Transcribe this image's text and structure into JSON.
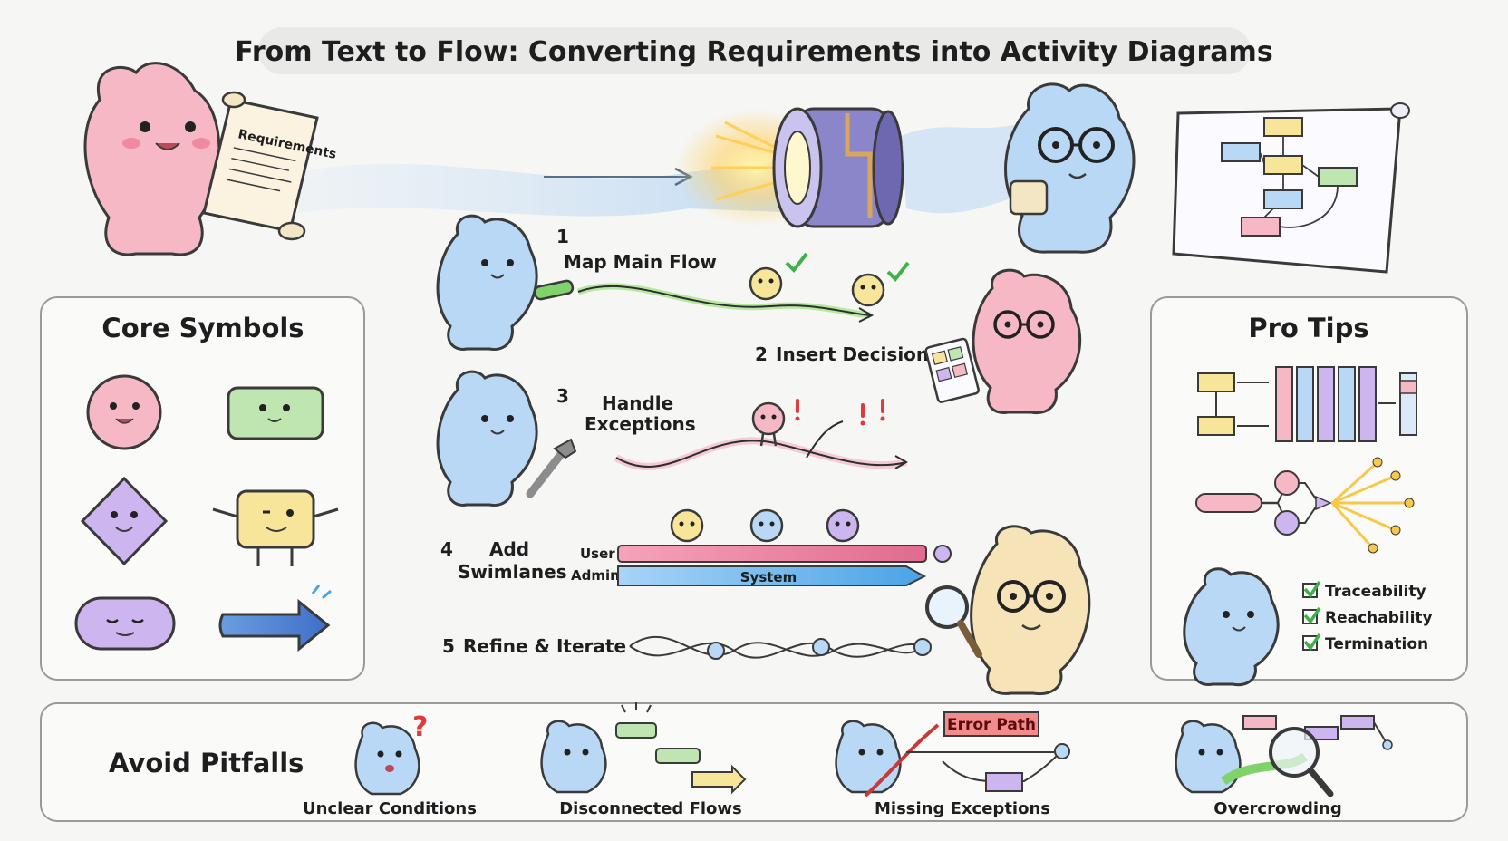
{
  "title": "From Text to Flow: Converting Requirements into Activity Diagrams",
  "hero": {
    "scroll_label": "Requirements"
  },
  "steps": [
    {
      "number": "1",
      "label": "Map Main Flow"
    },
    {
      "number": "2",
      "label": "Insert Decisions"
    },
    {
      "number": "3",
      "label_line1": "Handle",
      "label_line2": "Exceptions"
    },
    {
      "number": "4",
      "label_line1": "Add",
      "label_line2": "Swimlanes"
    },
    {
      "number": "5",
      "label": "Refine & Iterate"
    }
  ],
  "swimlanes": {
    "lane1": "User",
    "lane2": "Admin",
    "bar_label": "System"
  },
  "core_symbols": {
    "title": "Core Symbols"
  },
  "pro_tips": {
    "title": "Pro Tips",
    "checklist": [
      "Traceability",
      "Reachability",
      "Termination"
    ]
  },
  "pitfalls": {
    "title": "Avoid Pitfalls",
    "error_path": "Error Path",
    "items": [
      "Unclear Conditions",
      "Disconnected Flows",
      "Missing Exceptions",
      "Overcrowding"
    ]
  },
  "colors": {
    "pink": "#f7b8c6",
    "blue": "#b9d8f5",
    "green": "#bfe6b0",
    "yellow": "#f7e59a",
    "purple": "#cdb6f0",
    "outline": "#3a3a3a"
  }
}
